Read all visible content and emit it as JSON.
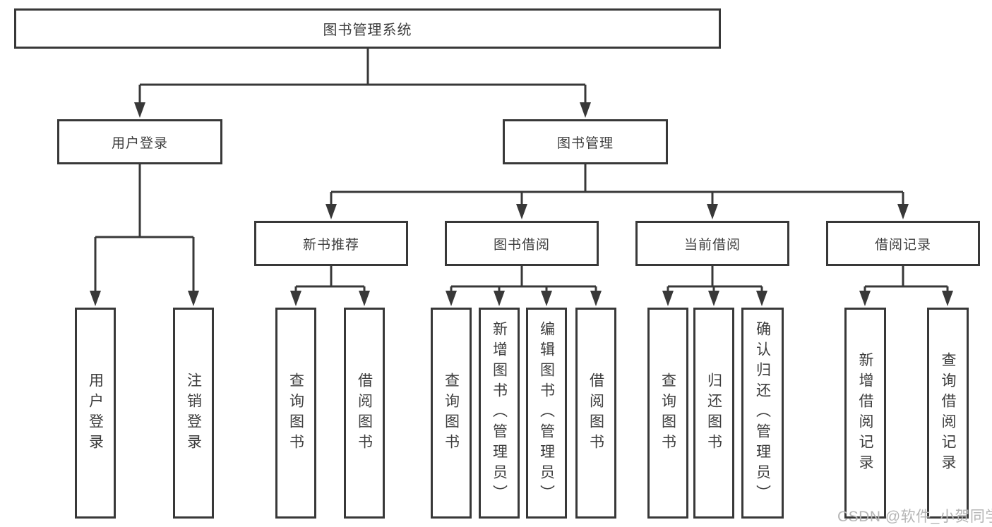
{
  "tree": {
    "label": "图书管理系统",
    "children": [
      {
        "label": "用户登录",
        "children": [
          {
            "label": "用户登录"
          },
          {
            "label": "注销登录"
          }
        ]
      },
      {
        "label": "图书管理",
        "children": [
          {
            "label": "新书推荐",
            "children": [
              {
                "label": "查询图书"
              },
              {
                "label": "借阅图书"
              }
            ]
          },
          {
            "label": "图书借阅",
            "children": [
              {
                "label": "查询图书"
              },
              {
                "label": "新增图书（管理员）"
              },
              {
                "label": "编辑图书（管理员）"
              },
              {
                "label": "借阅图书"
              }
            ]
          },
          {
            "label": "当前借阅",
            "children": [
              {
                "label": "查询图书"
              },
              {
                "label": "归还图书"
              },
              {
                "label": "确认归还（管理员）"
              }
            ]
          },
          {
            "label": "借阅记录",
            "children": [
              {
                "label": "新增借阅记录"
              },
              {
                "label": "查询借阅记录"
              }
            ]
          }
        ]
      }
    ]
  },
  "watermark": "CSDN @软件_小贺同学",
  "colors": {
    "line": "#383838",
    "box_border": "#383838",
    "box_fill": "#ffffff",
    "text": "#3d3d3d",
    "watermark": "#b5b5b5",
    "background": "#ffffff"
  }
}
